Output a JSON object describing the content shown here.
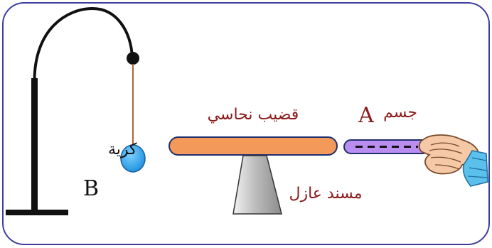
{
  "labels": {
    "copper_rod": "قضيب نحاسي",
    "body_prefix": "جسم",
    "body_letter": "A",
    "insulating_support": "مسند عازل",
    "ball_label": "كرية",
    "ball_letter": "B"
  },
  "colors": {
    "frame_border": "#3d3d9e",
    "copper_rod": "#f39a5a",
    "rod_outline": "#1f2f6b",
    "label_red": "#8b1a1a",
    "ball_fill": "#2aa6ee",
    "stand": "#111111",
    "thread": "#b0623a",
    "body_rod": "#b98ef0",
    "support_fill": "#cfcfcf"
  },
  "icons": {
    "hand": "hand-icon"
  }
}
